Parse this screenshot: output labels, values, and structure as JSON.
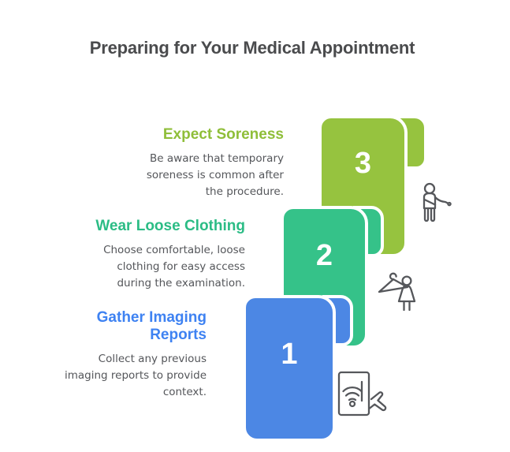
{
  "title": "Preparing for Your Medical Appointment",
  "colors": {
    "title_text": "#4A4B4D",
    "description_text": "#54565A",
    "icon_stroke": "#55575B",
    "ribbon_green": "#96C33F",
    "ribbon_teal": "#35C289",
    "ribbon_blue": "#4C87E4",
    "heading_green": "#8FBE39",
    "heading_teal": "#2BBC85",
    "heading_blue": "#3E82F2",
    "ribbon_outline": "#FFFFFF"
  },
  "steps": [
    {
      "number": "1",
      "heading": "Gather Imaging Reports",
      "description": "Collect any previous imaging reports to provide context.",
      "color": "#4C87E4",
      "icon": "imaging-report-icon"
    },
    {
      "number": "2",
      "heading": "Wear Loose Clothing",
      "description": "Choose comfortable, loose clothing for easy access during the examination.",
      "color": "#35C289",
      "icon": "clothing-hanger-icon"
    },
    {
      "number": "3",
      "heading": "Expect Soreness",
      "description": "Be aware that temporary soreness is common after the procedure.",
      "color": "#96C33F",
      "icon": "sore-person-icon"
    }
  ]
}
